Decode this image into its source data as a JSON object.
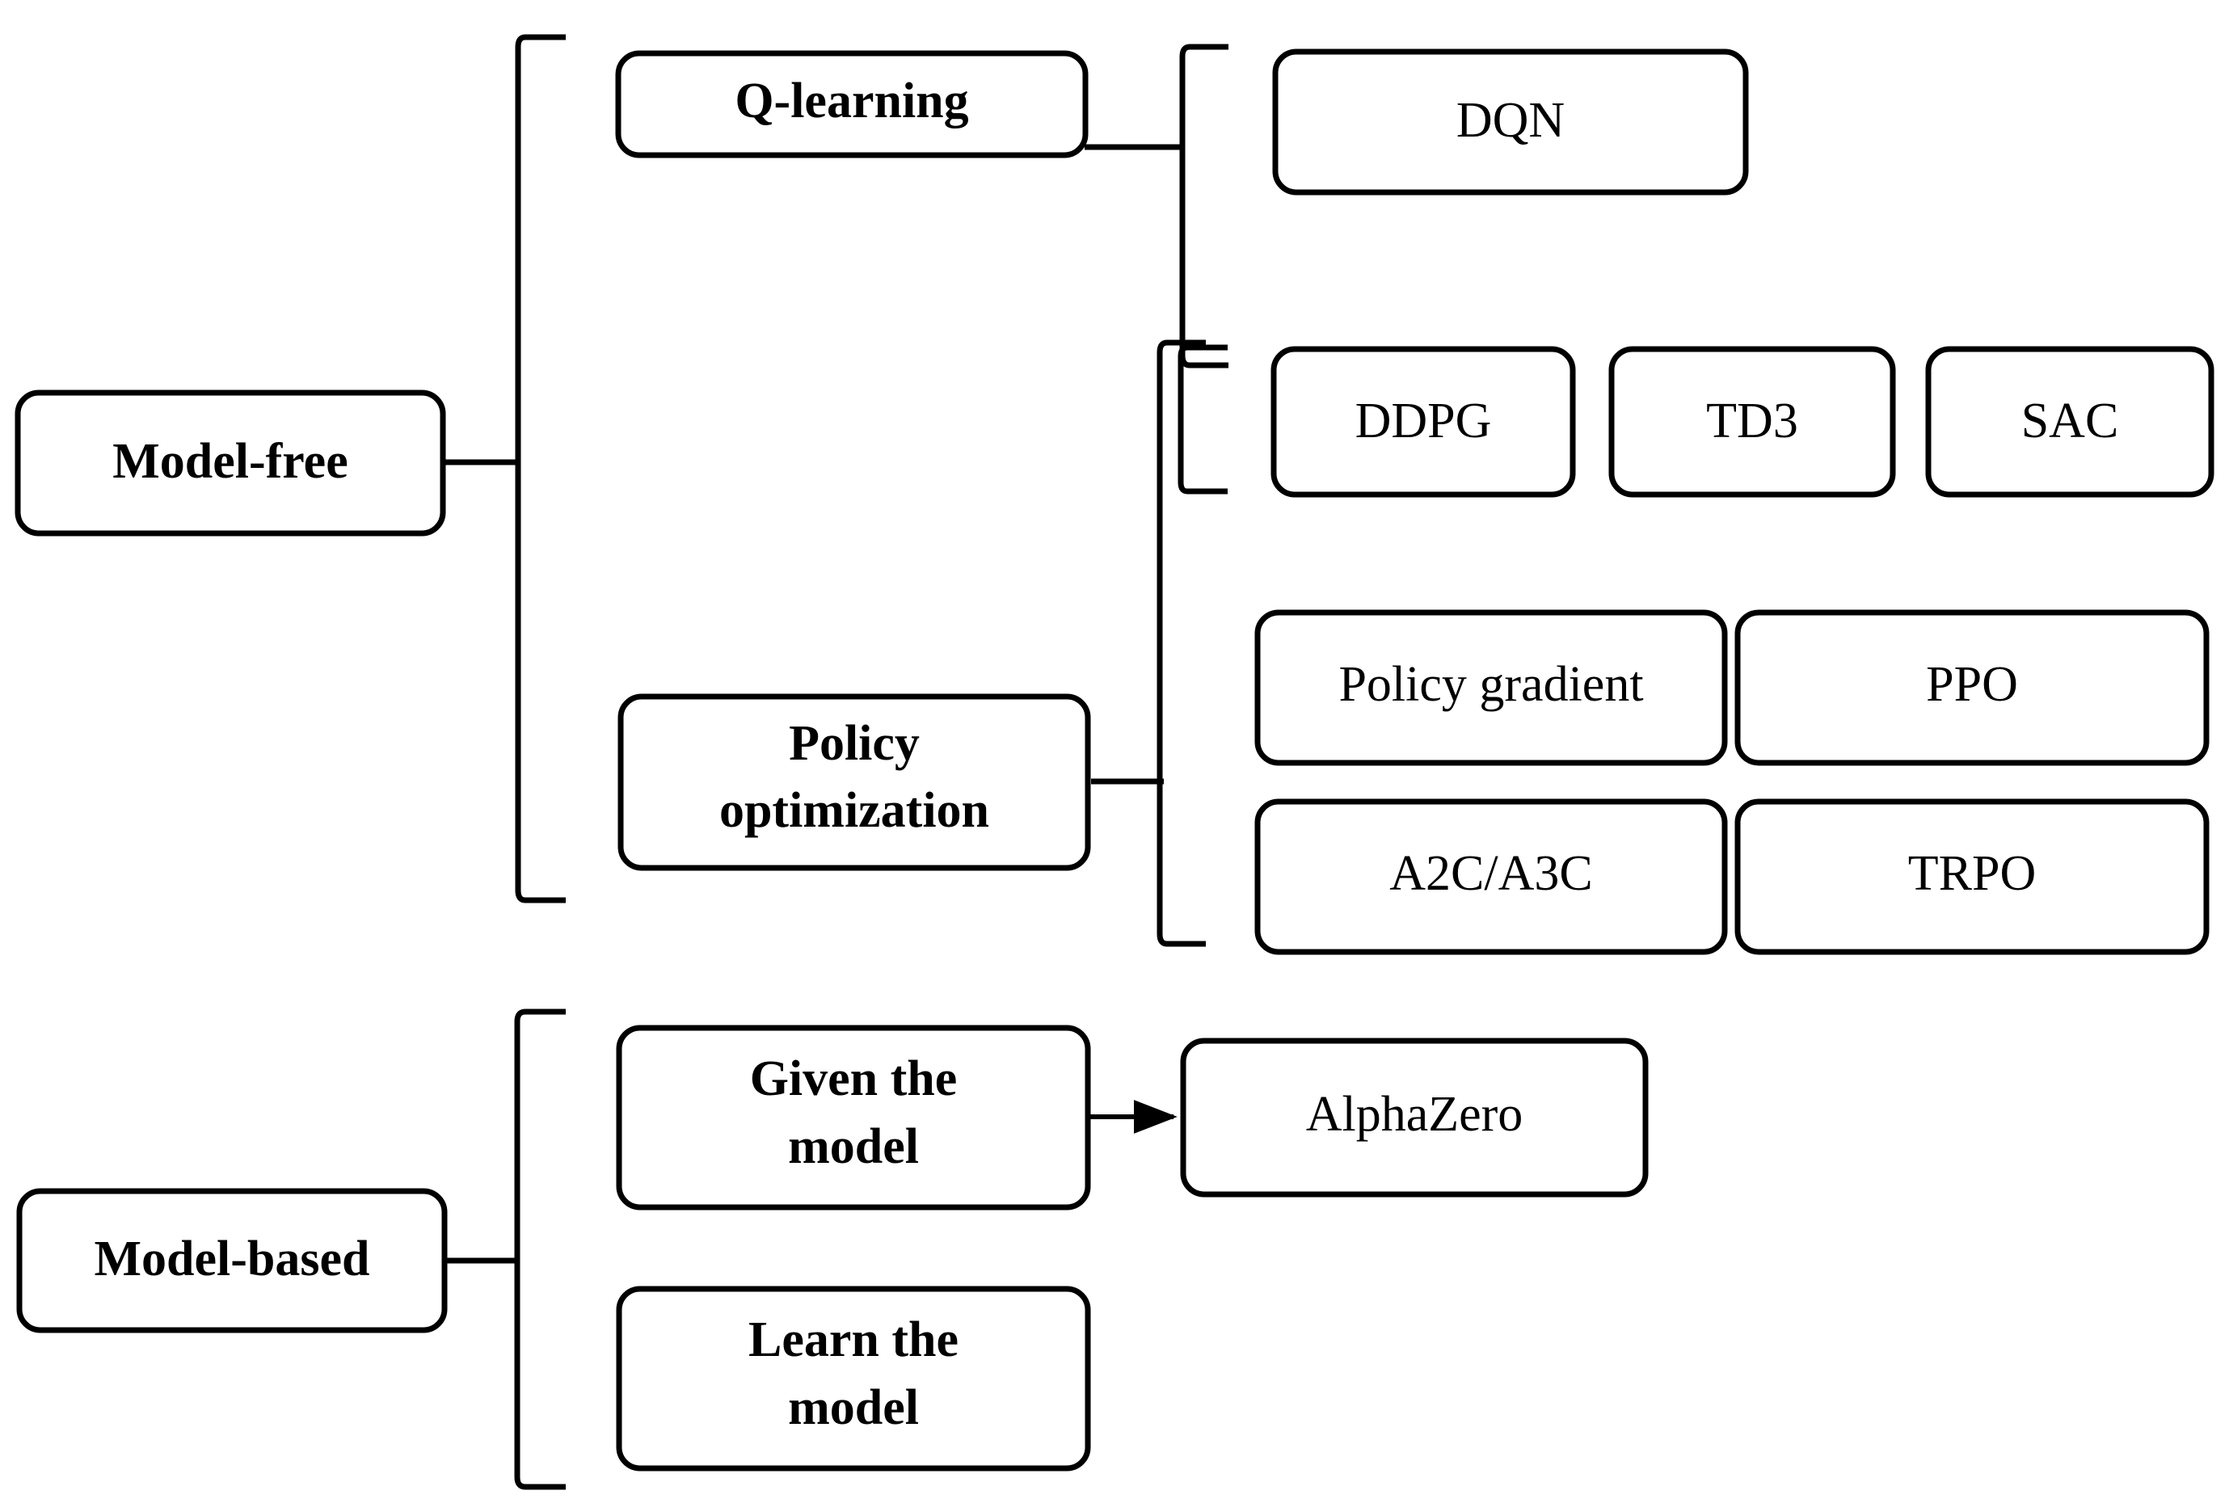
{
  "diagram": {
    "type": "tree-taxonomy",
    "title": "Reinforcement learning algorithm taxonomy",
    "background_color": "#ffffff",
    "stroke_color": "#000000",
    "nodes": {
      "model_free": "Model-free",
      "q_learning": "Q-learning",
      "policy_optimization_line1": "Policy",
      "policy_optimization_line2": "optimization",
      "dqn": "DQN",
      "ddpg": "DDPG",
      "td3": "TD3",
      "sac": "SAC",
      "policy_gradient": "Policy gradient",
      "ppo": "PPO",
      "a2c_a3c": "A2C/A3C",
      "trpo": "TRPO",
      "model_based": "Model-based",
      "given_the_model_line1": "Given the",
      "given_the_model_line2": "model",
      "learn_the_model_line1": "Learn the",
      "learn_the_model_line2": "model",
      "alphazero": "AlphaZero"
    },
    "edges": [
      {
        "from": "model_free",
        "to": "q_learning",
        "style": "bracket"
      },
      {
        "from": "model_free",
        "to": "policy_optimization",
        "style": "bracket"
      },
      {
        "from": "q_learning",
        "to": "dqn",
        "style": "bracket"
      },
      {
        "from": "policy_optimization",
        "to": "ddpg",
        "style": "bracket"
      },
      {
        "from": "policy_optimization",
        "to": "td3",
        "style": "bracket"
      },
      {
        "from": "policy_optimization",
        "to": "sac",
        "style": "bracket"
      },
      {
        "from": "policy_optimization",
        "to": "policy_gradient",
        "style": "bracket"
      },
      {
        "from": "policy_optimization",
        "to": "ppo",
        "style": "bracket"
      },
      {
        "from": "policy_optimization",
        "to": "a2c_a3c",
        "style": "bracket"
      },
      {
        "from": "policy_optimization",
        "to": "trpo",
        "style": "bracket"
      },
      {
        "from": "model_based",
        "to": "given_the_model",
        "style": "bracket"
      },
      {
        "from": "model_based",
        "to": "learn_the_model",
        "style": "bracket"
      },
      {
        "from": "given_the_model",
        "to": "alphazero",
        "style": "arrow"
      }
    ]
  }
}
